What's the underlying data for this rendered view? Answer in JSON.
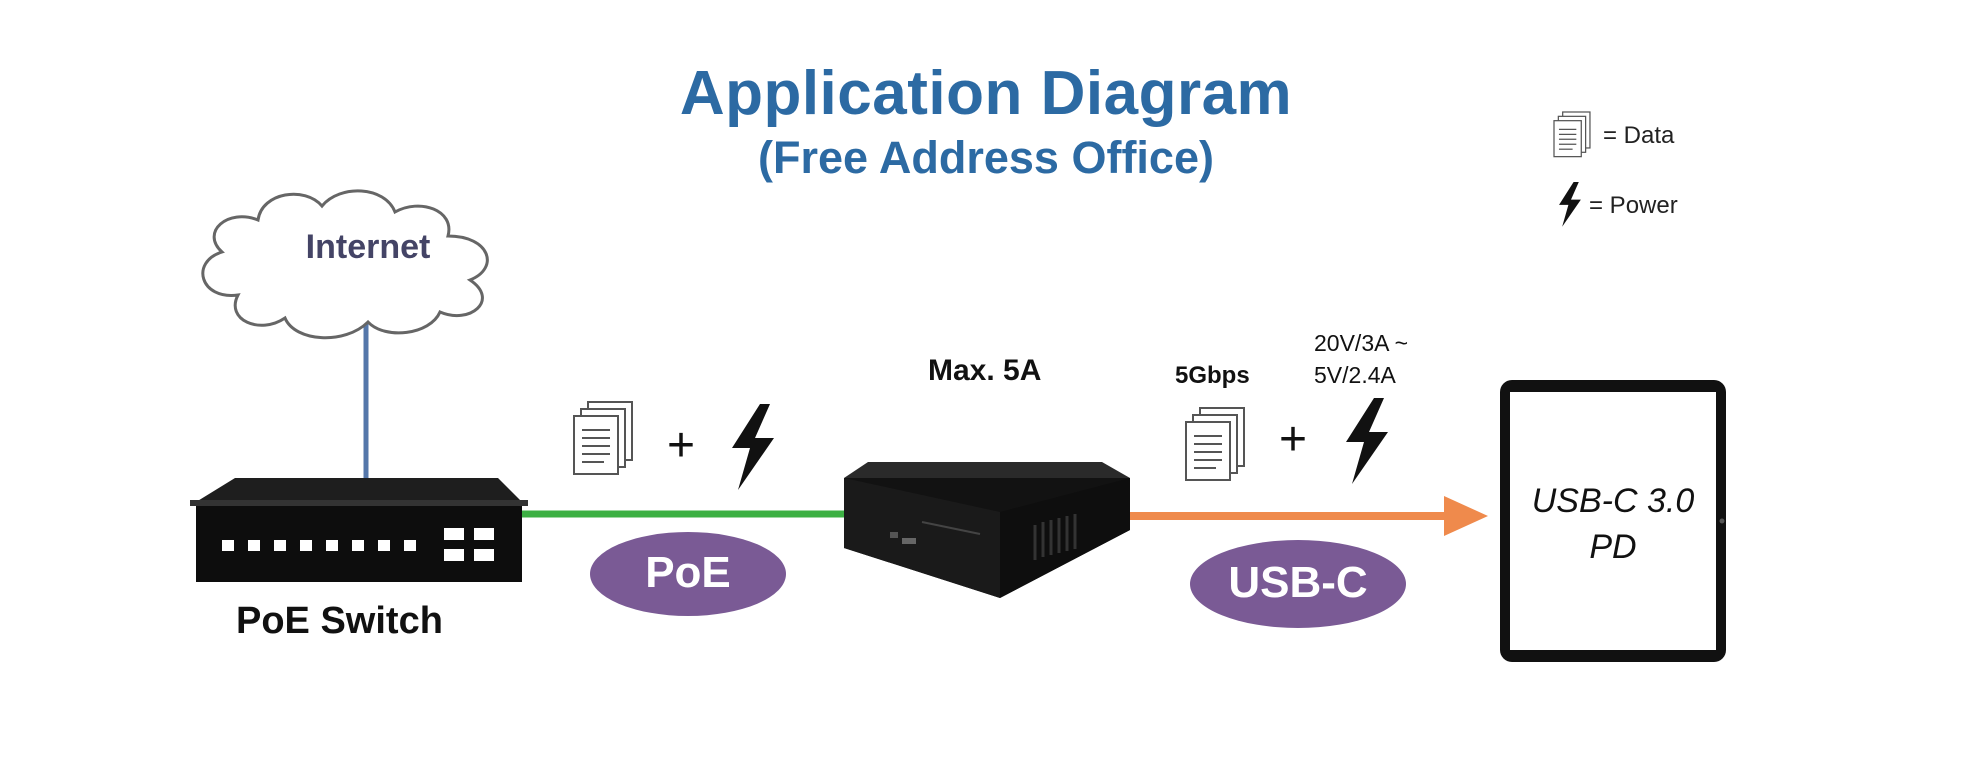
{
  "title": "Application Diagram",
  "subtitle": "(Free Address Office)",
  "legend": {
    "data_icon": "document-stack-icon",
    "data_label": "= Data",
    "power_icon": "lightning-bolt-icon",
    "power_label": "= Power"
  },
  "nodes": {
    "internet": {
      "label": "Internet",
      "icon": "cloud-icon"
    },
    "poe_switch": {
      "label": "PoE Switch",
      "icon": "network-switch-icon"
    },
    "converter": {
      "label": "Max. 5A",
      "icon": "converter-box-icon"
    },
    "device": {
      "line1": "USB-C 3.0",
      "line2": "PD",
      "icon": "tablet-icon"
    }
  },
  "links": {
    "poe": {
      "label": "PoE",
      "plus": "+",
      "color": "#3cb043"
    },
    "usbc": {
      "label": "USB-C",
      "speed": "5Gbps",
      "power_line1": "20V/3A ~",
      "power_line2": "5V/2.4A",
      "plus": "+",
      "color": "#ef8a4c"
    }
  },
  "colors": {
    "title": "#2c6aa3",
    "pill": "#7a5a95",
    "uplink": "#5577aa"
  }
}
